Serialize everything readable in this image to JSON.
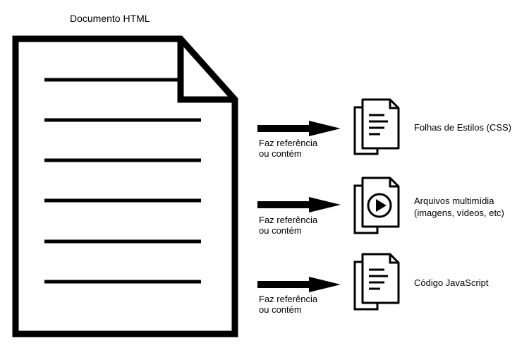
{
  "diagram": {
    "source": {
      "title": "Documento HTML",
      "icon": "html-document-icon"
    },
    "relations": [
      {
        "edge_label": [
          "Faz referência",
          "ou contém"
        ],
        "target_label": [
          "Folhas de Estilos (CSS)"
        ],
        "target_icon": "stylesheet-files-icon"
      },
      {
        "edge_label": [
          "Faz referência",
          "ou contém"
        ],
        "target_label": [
          "Arquivos multimídia",
          "(imagens, vídeos, etc)"
        ],
        "target_icon": "multimedia-files-icon"
      },
      {
        "edge_label": [
          "Faz referência",
          "ou contém"
        ],
        "target_label": [
          "Código JavaScript"
        ],
        "target_icon": "javascript-files-icon"
      }
    ],
    "colors": {
      "stroke": "#000000",
      "background": "#ffffff"
    }
  }
}
